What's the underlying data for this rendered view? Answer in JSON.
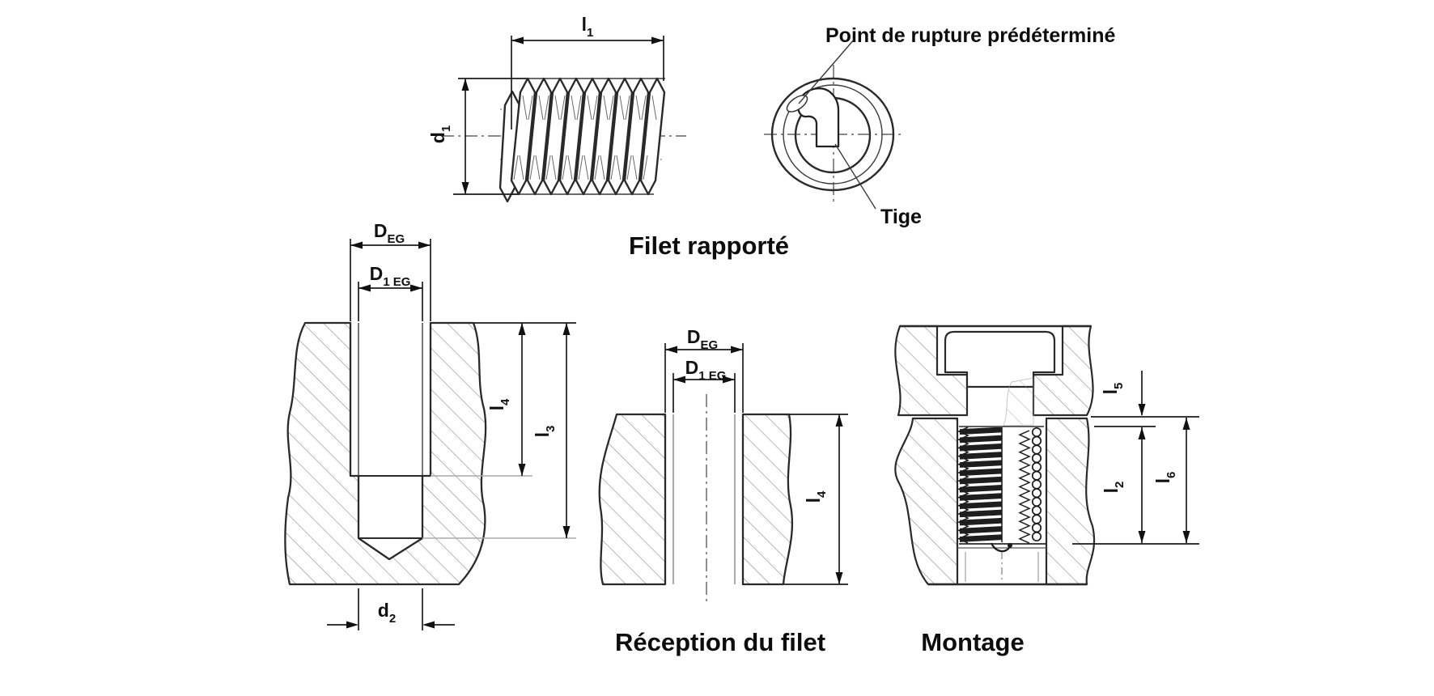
{
  "drawing": {
    "titles": {
      "insert": "Filet rapporté",
      "reception": "Réception du filet",
      "assembly": "Montage"
    },
    "callouts": {
      "breaking_point": "Point de rupture prédéterminé",
      "tang": "Tige"
    },
    "labels": {
      "l1": {
        "base": "l",
        "sub": "1"
      },
      "d1": {
        "base": "d",
        "sub": "1"
      },
      "d_eg": {
        "base": "D",
        "sub": "EG"
      },
      "d_1eg": {
        "base": "D",
        "sub": "1 EG"
      },
      "l4": {
        "base": "l",
        "sub": "4"
      },
      "l3": {
        "base": "l",
        "sub": "3"
      },
      "d2": {
        "base": "d",
        "sub": "2"
      },
      "l5": {
        "base": "l",
        "sub": "5"
      },
      "l2": {
        "base": "l",
        "sub": "2"
      },
      "l6": {
        "base": "l",
        "sub": "6"
      }
    },
    "colors": {
      "line": "#2a2a2a",
      "hatch": "#8d8d8d",
      "background": "#ffffff"
    }
  }
}
